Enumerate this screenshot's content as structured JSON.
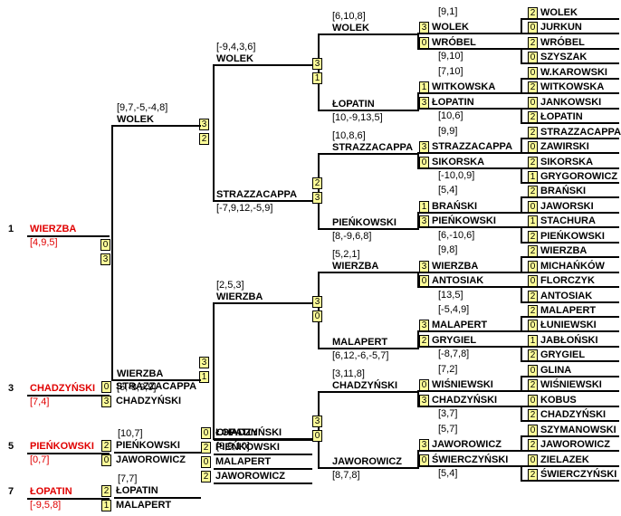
{
  "places": [
    {
      "place": "1",
      "name": "WIERZBA",
      "scores": "[4,9,5]"
    },
    {
      "place": "3",
      "name": "CHADZYŃSKI",
      "scores": "[7,4]"
    },
    {
      "place": "5",
      "name": "PIEŃKOWSKI",
      "scores": "[0,7]"
    },
    {
      "place": "7",
      "name": "ŁOPATIN",
      "scores": "[-9,5,8]"
    }
  ],
  "r1": [
    {
      "name": "WOLEK",
      "score": "2"
    },
    {
      "name": "JURKUN",
      "score": "0"
    },
    {
      "name": "WRÓBEL",
      "score": "2"
    },
    {
      "name": "SZYSZAK",
      "score": "0"
    },
    {
      "name": "W.KAROWSKI",
      "score": "0"
    },
    {
      "name": "WITKOWSKA",
      "score": "2"
    },
    {
      "name": "JANKOWSKI",
      "score": "0"
    },
    {
      "name": "ŁOPATIN",
      "score": "2"
    },
    {
      "name": "STRAZZACAPPA",
      "score": "2"
    },
    {
      "name": "ZAWIRSKI",
      "score": "0"
    },
    {
      "name": "SIKORSKA",
      "score": "2"
    },
    {
      "name": "GRYGOROWICZ",
      "score": "1"
    },
    {
      "name": "BRAŃSKI",
      "score": "2"
    },
    {
      "name": "JAWORSKI",
      "score": "0"
    },
    {
      "name": "STACHURA",
      "score": "1"
    },
    {
      "name": "PIEŃKOWSKI",
      "score": "2"
    },
    {
      "name": "WIERZBA",
      "score": "2"
    },
    {
      "name": "MICHAŃKÓW",
      "score": "0"
    },
    {
      "name": "FLORCZYK",
      "score": "0"
    },
    {
      "name": "ANTOSIAK",
      "score": "2"
    },
    {
      "name": "MALAPERT",
      "score": "2"
    },
    {
      "name": "ŁUNIEWSKI",
      "score": "0"
    },
    {
      "name": "JABŁOŃSKI",
      "score": "1"
    },
    {
      "name": "GRYGIEL",
      "score": "2"
    },
    {
      "name": "GLINA",
      "score": "0"
    },
    {
      "name": "WIŚNIEWSKI",
      "score": "2"
    },
    {
      "name": "KOBUS",
      "score": "0"
    },
    {
      "name": "CHADZYŃSKI",
      "score": "2"
    },
    {
      "name": "SZYMANOWSKI",
      "score": "0"
    },
    {
      "name": "JAWOROWICZ",
      "score": "2"
    },
    {
      "name": "ZIELAZEK",
      "score": "0"
    },
    {
      "name": "ŚWIERCZYŃSKI",
      "score": "2"
    }
  ],
  "r1_winners_scores": [
    "[9,1]",
    "[9,10]",
    "[7,10]",
    "[10,6]",
    "[9,9]",
    "[-10,0,9]",
    "[5,4]",
    "[6,-10,6]",
    "[9,8]",
    "[13,5]",
    "[-5,4,9]",
    "[-8,7,8]",
    "[7,2]",
    "[3,7]",
    "[5,7]",
    "[5,4]"
  ],
  "r2": [
    {
      "a": "WOLEK",
      "as": "3",
      "b": "WRÓBEL",
      "bs": "0"
    },
    {
      "a": "WITKOWSKA",
      "as": "1",
      "b": "ŁOPATIN",
      "bs": "3"
    },
    {
      "a": "STRAZZACAPPA",
      "as": "3",
      "b": "SIKORSKA",
      "bs": "0"
    },
    {
      "a": "BRAŃSKI",
      "as": "1",
      "b": "PIEŃKOWSKI",
      "bs": "3"
    },
    {
      "a": "WIERZBA",
      "as": "3",
      "b": "ANTOSIAK",
      "bs": "0"
    },
    {
      "a": "MALAPERT",
      "as": "3",
      "b": "GRYGIEL",
      "bs": "2"
    },
    {
      "a": "WIŚNIEWSKI",
      "as": "0",
      "b": "CHADZYŃSKI",
      "bs": "3"
    },
    {
      "a": "JAWOROWICZ",
      "as": "3",
      "b": "ŚWIERCZYŃSKI",
      "bs": "0"
    }
  ],
  "r2_winners": [
    {
      "name": "WOLEK",
      "scores": "[6,10,8]"
    },
    {
      "name": "ŁOPATIN",
      "scores": "[10,-9,13,5]"
    },
    {
      "name": "STRAZZACAPPA",
      "scores": "[10,8,6]"
    },
    {
      "name": "PIEŃKOWSKI",
      "scores": "[8,-9,6,8]"
    },
    {
      "name": "WIERZBA",
      "scores": "[5,2,1]"
    },
    {
      "name": "MALAPERT",
      "scores": "[6,12,-6,-5,7]"
    },
    {
      "name": "CHADZYŃSKI",
      "scores": "[3,11,8]"
    },
    {
      "name": "JAWOROWICZ",
      "scores": "[8,7,8]"
    }
  ],
  "r3_scores": [
    "3",
    "1",
    "2",
    "3",
    "3",
    "0",
    "3",
    "0"
  ],
  "r3_winners": [
    {
      "name": "WOLEK",
      "scores": "[-9,4,3,6]"
    },
    {
      "name": "STRAZZACAPPA",
      "scores": "[-7,9,12,-5,9]"
    },
    {
      "name": "WIERZBA",
      "scores": "[2,5,3]"
    },
    {
      "name": "CHADZYŃSKI",
      "scores": "[9,9,10]"
    }
  ],
  "r4_scores": [
    "3",
    "2",
    "3",
    "1"
  ],
  "r4_winners": [
    {
      "name": "WOLEK",
      "scores": "[9,7,-5,-4,8]"
    },
    {
      "name": "WIERZBA",
      "scores": "[6,-8,9,9]"
    }
  ],
  "final_scores": [
    "0",
    "3"
  ],
  "third_match": [
    {
      "name": "STRAZZACAPPA",
      "score": "0"
    },
    {
      "name": "CHADZYŃSKI",
      "score": "3"
    }
  ],
  "fifth_semis": [
    {
      "scores": "[10,7]",
      "a": "PIEŃKOWSKI",
      "as": "2",
      "b": "JAWOROWICZ",
      "bs": "0"
    },
    {
      "scores": "[7,7]",
      "a": "ŁOPATIN",
      "as": "2",
      "b": "MALAPERT",
      "bs": "1"
    }
  ],
  "fifth_final": [
    {
      "name": "ŁOPATIN",
      "score": "0"
    },
    {
      "name": "PIEŃKOWSKI",
      "score": "2"
    },
    {
      "name": "MALAPERT",
      "score": "0"
    },
    {
      "name": "JAWOROWICZ",
      "score": "2"
    }
  ]
}
